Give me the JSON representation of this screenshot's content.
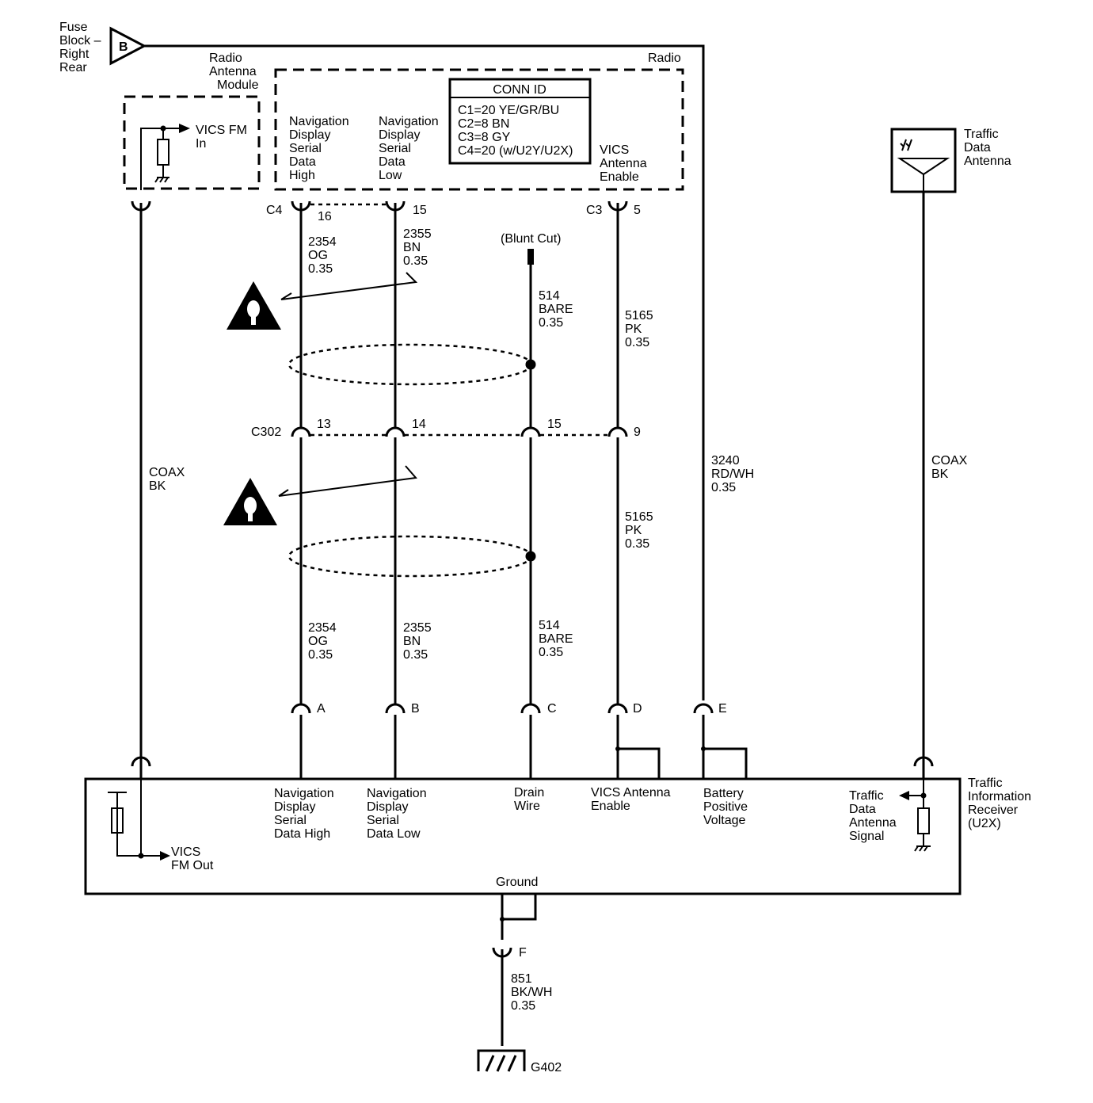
{
  "fuse_block": {
    "label_lines": [
      "Fuse",
      "Block –",
      "Right",
      "Rear"
    ],
    "pin": "B"
  },
  "modules": {
    "radio_antenna_module": {
      "label_lines": [
        "Radio",
        "Antenna",
        "Module"
      ],
      "vics_fm_in_lines": [
        "VICS FM",
        "In"
      ]
    },
    "radio": {
      "label": "Radio",
      "nav_high_lines": [
        "Navigation",
        "Display",
        "Serial",
        "Data",
        "High"
      ],
      "nav_low_lines": [
        "Navigation",
        "Display",
        "Serial",
        "Data",
        "Low"
      ],
      "vics_enable_lines": [
        "VICS",
        "Antenna",
        "Enable"
      ]
    },
    "traffic_data_antenna": {
      "label_lines": [
        "Traffic",
        "Data",
        "Antenna"
      ]
    },
    "traffic_information_receiver": {
      "label_lines": [
        "Traffic",
        "Information",
        "Receiver",
        "(U2X)"
      ],
      "vics_fm_out_lines": [
        "VICS",
        "FM Out"
      ],
      "nav_high_lines": [
        "Navigation",
        "Display",
        "Serial",
        "Data High"
      ],
      "nav_low_lines": [
        "Navigation",
        "Display",
        "Serial",
        "Data Low"
      ],
      "drain_lines": [
        "Drain",
        "Wire"
      ],
      "vics_enable_lines": [
        "VICS Antenna",
        "Enable"
      ],
      "battery_lines": [
        "Battery",
        "Positive",
        "Voltage"
      ],
      "antenna_signal_lines": [
        "Traffic",
        "Data",
        "Antenna",
        "Signal"
      ],
      "ground": "Ground"
    }
  },
  "conn_id": {
    "title": "CONN ID",
    "lines": [
      "C1=20 YE/GR/BU",
      "C2=8 BN",
      "C3=8 GY",
      "C4=20 (w/U2Y/U2X)"
    ]
  },
  "connectors": {
    "c4": {
      "label": "C4",
      "pins": [
        "16",
        "15"
      ]
    },
    "c3": {
      "label": "C3",
      "pin": "5"
    },
    "c302": {
      "label": "C302",
      "pins": [
        "13",
        "14",
        "15",
        "9"
      ]
    },
    "receiver_pins": [
      "A",
      "B",
      "C",
      "D",
      "E"
    ],
    "ground_pin": "F"
  },
  "circuits": {
    "nav_high": [
      "2354",
      "OG",
      "0.35"
    ],
    "nav_low": [
      "2355",
      "BN",
      "0.35"
    ],
    "drain": [
      "514",
      "BARE",
      "0.35"
    ],
    "vics_enable": [
      "5165",
      "PK",
      "0.35"
    ],
    "battery": [
      "3240",
      "RD/WH",
      "0.35"
    ],
    "ground": [
      "851",
      "BK/WH",
      "0.35"
    ],
    "coax_left": [
      "COAX",
      "BK"
    ],
    "coax_right": [
      "COAX",
      "BK"
    ],
    "blunt_cut": "(Blunt Cut)"
  },
  "ground_point": "G402"
}
